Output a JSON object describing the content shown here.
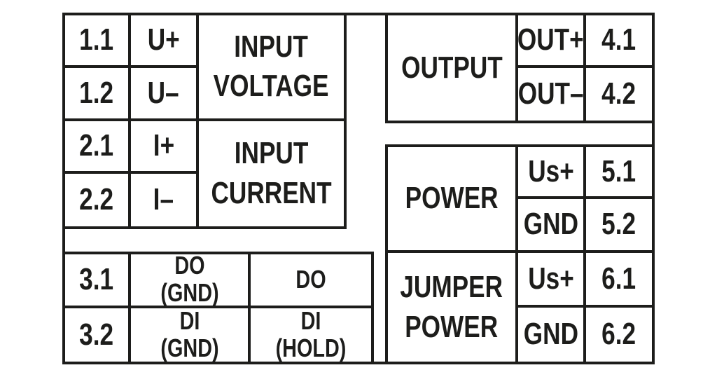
{
  "figure": {
    "kind": "terminal-assignment-diagram",
    "colors": {
      "line": "#1d1d1b",
      "background": "#ffffff",
      "text": "#1d1d1b"
    },
    "input_voltage": {
      "label_line1": "INPUT",
      "label_line2": "VOLTAGE",
      "pins": [
        {
          "pin": "1.1",
          "signal": "U+"
        },
        {
          "pin": "1.2",
          "signal": "U–"
        }
      ]
    },
    "input_current": {
      "label_line1": "INPUT",
      "label_line2": "CURRENT",
      "pins": [
        {
          "pin": "2.1",
          "signal": "I+"
        },
        {
          "pin": "2.2",
          "signal": "I–"
        }
      ]
    },
    "digital_io": {
      "pins": [
        {
          "pin": "3.1",
          "signal_line1": "DO",
          "signal_line2": "(GND)",
          "function_line1": "DO",
          "function_line2": ""
        },
        {
          "pin": "3.2",
          "signal_line1": "DI",
          "signal_line2": "(GND)",
          "function_line1": "DI",
          "function_line2": "(HOLD)"
        }
      ]
    },
    "output": {
      "label": "OUTPUT",
      "pins": [
        {
          "signal": "OUT+",
          "pin": "4.1"
        },
        {
          "signal": "OUT–",
          "pin": "4.2"
        }
      ]
    },
    "power": {
      "label": "POWER",
      "pins": [
        {
          "signal": "Us+",
          "pin": "5.1"
        },
        {
          "signal": "GND",
          "pin": "5.2"
        }
      ]
    },
    "jumper_power": {
      "label_line1": "JUMPER",
      "label_line2": "POWER",
      "pins": [
        {
          "signal": "Us+",
          "pin": "6.1"
        },
        {
          "signal": "GND",
          "pin": "6.2"
        }
      ]
    }
  }
}
